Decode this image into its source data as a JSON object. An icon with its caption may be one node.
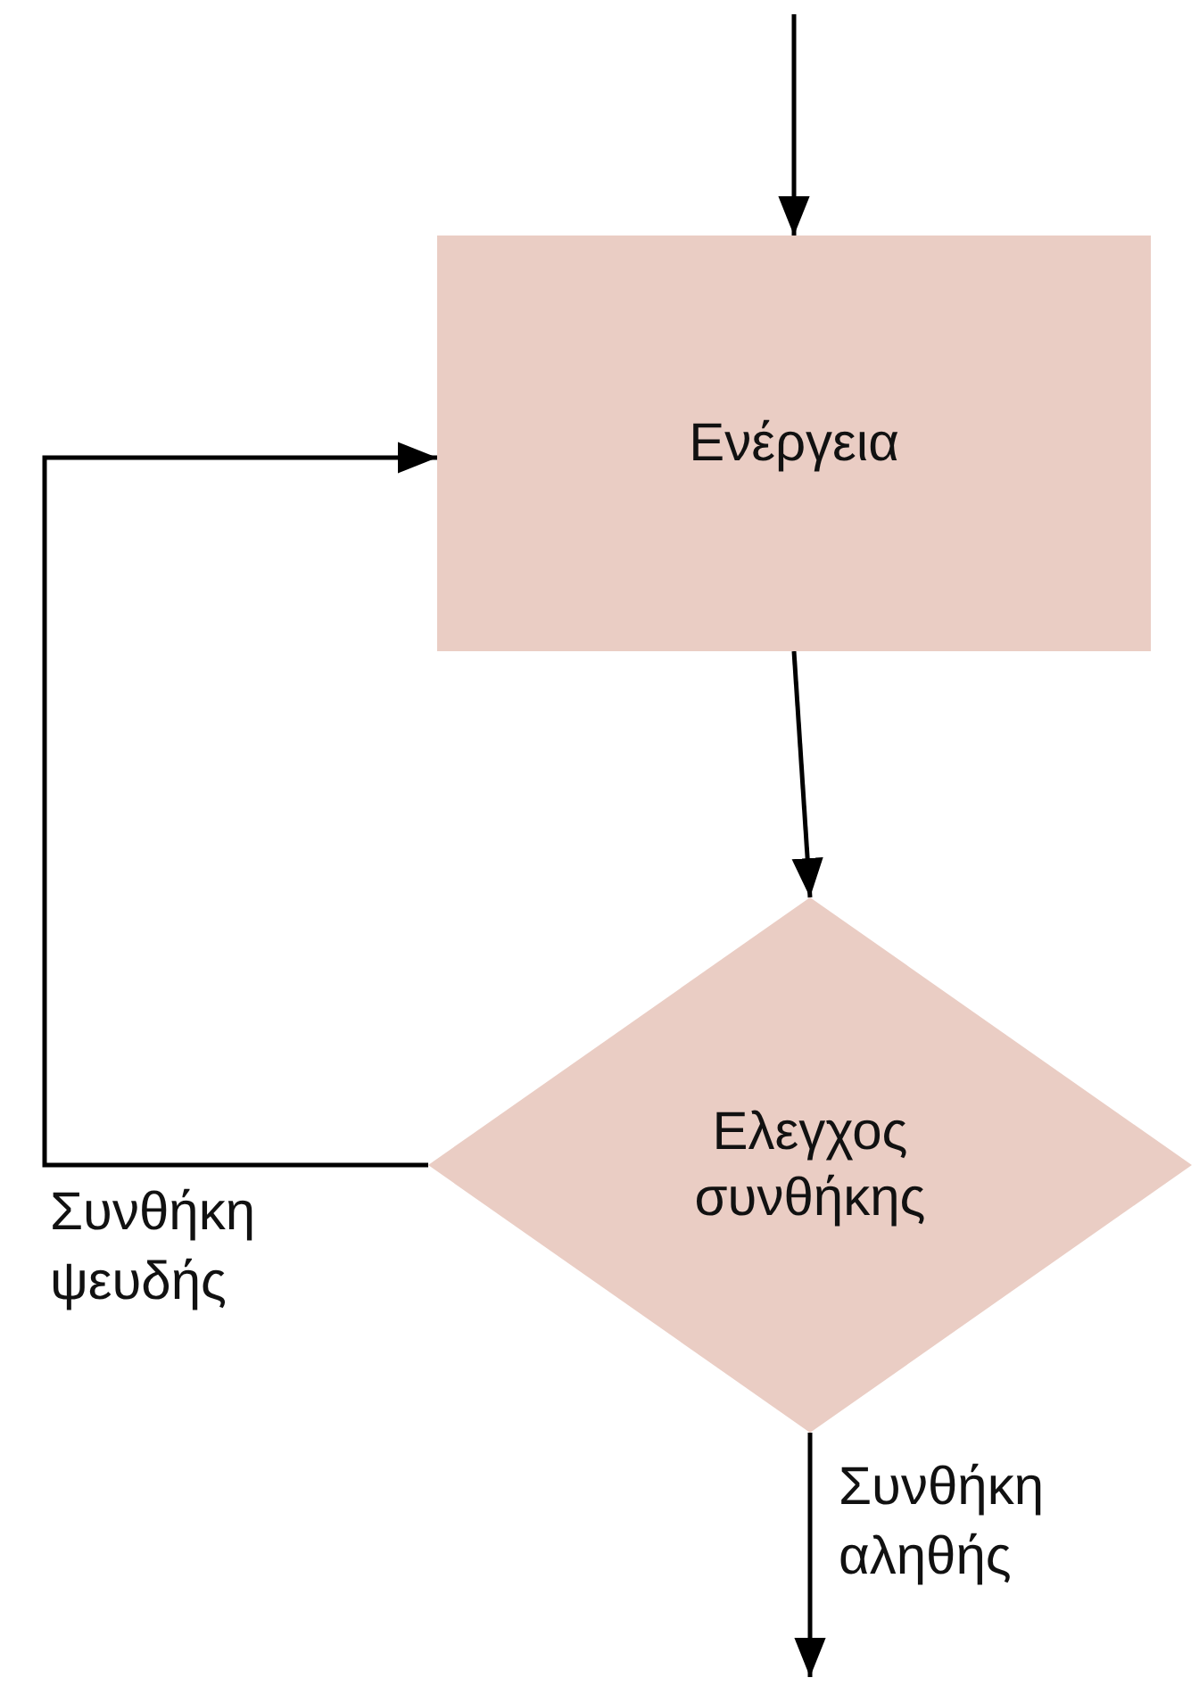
{
  "diagram": {
    "nodes": [
      {
        "text": [
          "Ενέργεια"
        ]
      },
      {
        "text": [
          "Ελεγχος συνθήκης"
        ]
      }
    ],
    "edges": [
      {
        "from": null,
        "to": 0,
        "arrow": "to"
      },
      {
        "from": 0,
        "to": 1,
        "arrow": "to"
      },
      {
        "from": 1,
        "to": 0,
        "arrow": "to",
        "label": "Συνθήκη ψευδής"
      },
      {
        "from": 1,
        "to": null,
        "arrow": "to",
        "label": "Συνθήκη αληθής"
      }
    ]
  }
}
